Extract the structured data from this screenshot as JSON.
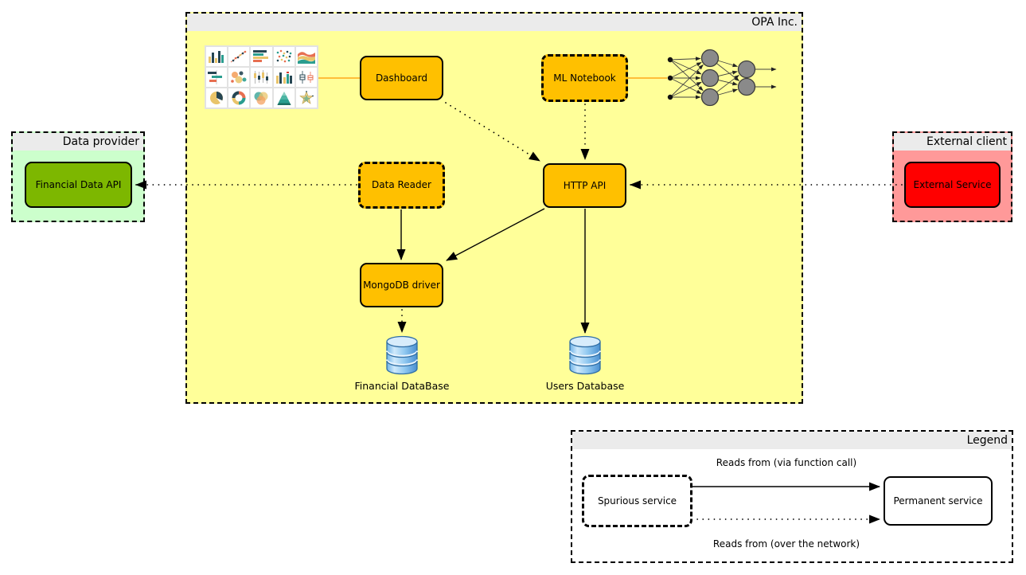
{
  "containers": {
    "opa": {
      "title": "OPA Inc."
    },
    "data_provider": {
      "title": "Data provider"
    },
    "external_client": {
      "title": "External client"
    },
    "legend": {
      "title": "Legend"
    }
  },
  "nodes": {
    "dashboard": {
      "label": "Dashboard",
      "kind": "permanent"
    },
    "ml_notebook": {
      "label": "ML Notebook",
      "kind": "spurious"
    },
    "data_reader": {
      "label": "Data Reader",
      "kind": "spurious"
    },
    "http_api": {
      "label": "HTTP API",
      "kind": "permanent"
    },
    "mongodb_driver": {
      "label": "MongoDB driver",
      "kind": "permanent"
    },
    "financial_database": {
      "label": "Financial DataBase",
      "kind": "database"
    },
    "users_database": {
      "label": "Users Database",
      "kind": "database"
    },
    "financial_data_api": {
      "label": "Financial Data API",
      "kind": "permanent"
    },
    "external_service": {
      "label": "External Service",
      "kind": "permanent"
    },
    "spurious_service": {
      "label": "Spurious service",
      "kind": "spurious"
    },
    "permanent_service": {
      "label": "Permanent service",
      "kind": "permanent"
    }
  },
  "legend": {
    "solid_arrow_label": "Reads from (via function call)",
    "dotted_arrow_label": "Reads from (over the network)"
  },
  "edges": [
    {
      "from": "dashboard",
      "to": "http_api",
      "style": "dotted"
    },
    {
      "from": "ml_notebook",
      "to": "http_api",
      "style": "dotted"
    },
    {
      "from": "data_reader",
      "to": "financial_data_api",
      "style": "dotted"
    },
    {
      "from": "external_service",
      "to": "http_api",
      "style": "dotted"
    },
    {
      "from": "mongodb_driver",
      "to": "financial_database",
      "style": "dotted"
    },
    {
      "from": "data_reader",
      "to": "mongodb_driver",
      "style": "solid"
    },
    {
      "from": "http_api",
      "to": "mongodb_driver",
      "style": "solid"
    },
    {
      "from": "http_api",
      "to": "users_database",
      "style": "solid"
    },
    {
      "from": "charts_grid_icon",
      "to": "dashboard",
      "style": "plain-orange"
    },
    {
      "from": "ml_notebook",
      "to": "neural_network_icon",
      "style": "plain-orange"
    }
  ],
  "icons": {
    "charts_grid": "chart-thumbnails-grid-icon",
    "neural_network": "neural-network-icon",
    "financial_database": "database-cylinder-icon",
    "users_database": "database-cylinder-icon"
  },
  "colors": {
    "opa_bg": "#ffff99",
    "header_bg": "#ebebeb",
    "service_orange": "#ffc000",
    "data_provider_bg": "#ccffcc",
    "green_api": "#7db700",
    "external_client_bg": "#ff9999",
    "red_service": "#ff0000",
    "db_blue": "#5b9bd5",
    "connector_orange": "#ff9800"
  }
}
